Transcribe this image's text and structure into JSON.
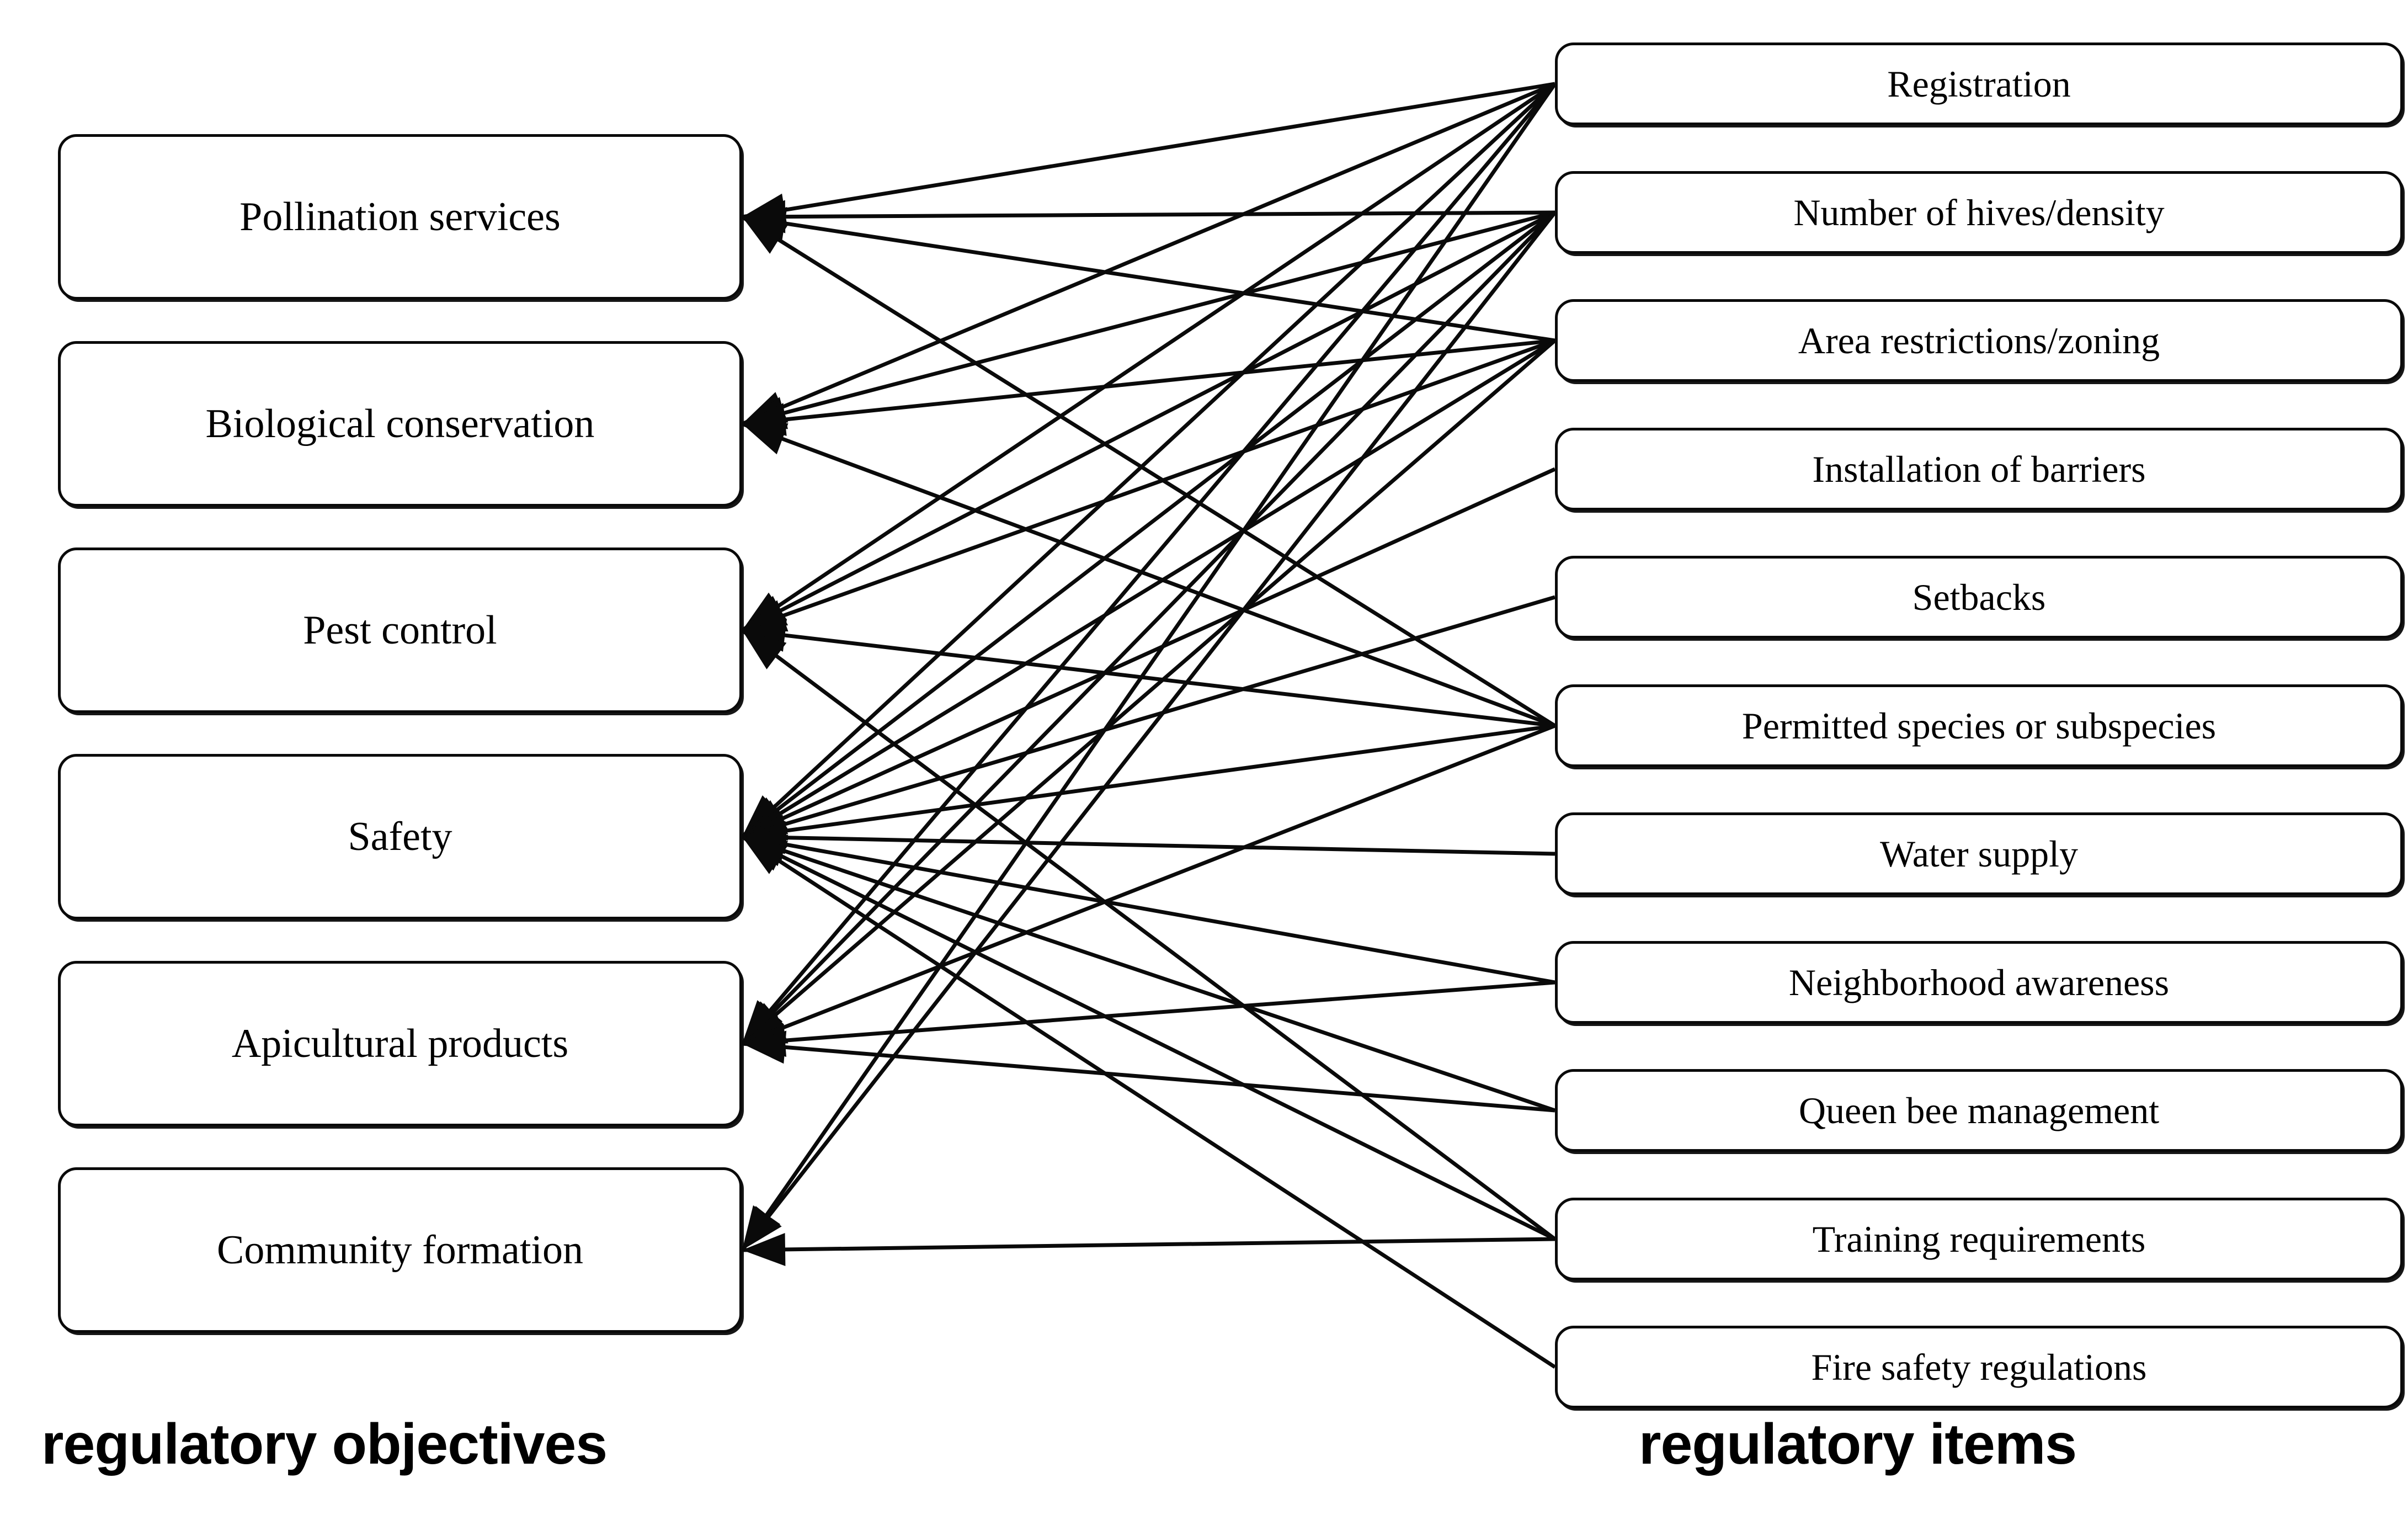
{
  "diagram": {
    "type": "bipartite-mapping",
    "left_column": {
      "caption": "regulatory objectives",
      "nodes": [
        {
          "id": "pollination",
          "label": "Pollination services"
        },
        {
          "id": "biological",
          "label": "Biological conservation"
        },
        {
          "id": "pest",
          "label": "Pest control"
        },
        {
          "id": "safety",
          "label": "Safety"
        },
        {
          "id": "apicultural",
          "label": "Apicultural products"
        },
        {
          "id": "community",
          "label": "Community formation"
        }
      ]
    },
    "right_column": {
      "caption": "regulatory items",
      "nodes": [
        {
          "id": "registration",
          "label": "Registration"
        },
        {
          "id": "hives",
          "label": "Number of hives/density"
        },
        {
          "id": "zoning",
          "label": "Area restrictions/zoning"
        },
        {
          "id": "barriers",
          "label": "Installation of barriers"
        },
        {
          "id": "setbacks",
          "label": "Setbacks"
        },
        {
          "id": "species",
          "label": "Permitted species or subspecies"
        },
        {
          "id": "water",
          "label": "Water supply"
        },
        {
          "id": "neighborhood",
          "label": "Neighborhood awareness"
        },
        {
          "id": "queen",
          "label": "Queen bee management"
        },
        {
          "id": "training",
          "label": "Training requirements"
        },
        {
          "id": "fire",
          "label": "Fire safety regulations"
        }
      ]
    },
    "edges": [
      {
        "from": "registration",
        "to": "pollination"
      },
      {
        "from": "registration",
        "to": "biological"
      },
      {
        "from": "registration",
        "to": "pest"
      },
      {
        "from": "registration",
        "to": "safety"
      },
      {
        "from": "registration",
        "to": "apicultural"
      },
      {
        "from": "registration",
        "to": "community"
      },
      {
        "from": "hives",
        "to": "pollination"
      },
      {
        "from": "hives",
        "to": "biological"
      },
      {
        "from": "hives",
        "to": "pest"
      },
      {
        "from": "hives",
        "to": "safety"
      },
      {
        "from": "hives",
        "to": "apicultural"
      },
      {
        "from": "hives",
        "to": "community"
      },
      {
        "from": "zoning",
        "to": "pollination"
      },
      {
        "from": "zoning",
        "to": "biological"
      },
      {
        "from": "zoning",
        "to": "pest"
      },
      {
        "from": "zoning",
        "to": "safety"
      },
      {
        "from": "zoning",
        "to": "apicultural"
      },
      {
        "from": "barriers",
        "to": "safety"
      },
      {
        "from": "setbacks",
        "to": "safety"
      },
      {
        "from": "species",
        "to": "pollination"
      },
      {
        "from": "species",
        "to": "biological"
      },
      {
        "from": "species",
        "to": "pest"
      },
      {
        "from": "species",
        "to": "safety"
      },
      {
        "from": "species",
        "to": "apicultural"
      },
      {
        "from": "water",
        "to": "safety"
      },
      {
        "from": "neighborhood",
        "to": "safety"
      },
      {
        "from": "neighborhood",
        "to": "apicultural"
      },
      {
        "from": "queen",
        "to": "safety"
      },
      {
        "from": "queen",
        "to": "apicultural"
      },
      {
        "from": "training",
        "to": "pest"
      },
      {
        "from": "training",
        "to": "safety"
      },
      {
        "from": "training",
        "to": "community"
      },
      {
        "from": "fire",
        "to": "safety"
      }
    ],
    "style": {
      "stroke": "#0a0a0a",
      "node_fill": "#ffffff",
      "background": "#ffffff"
    }
  }
}
